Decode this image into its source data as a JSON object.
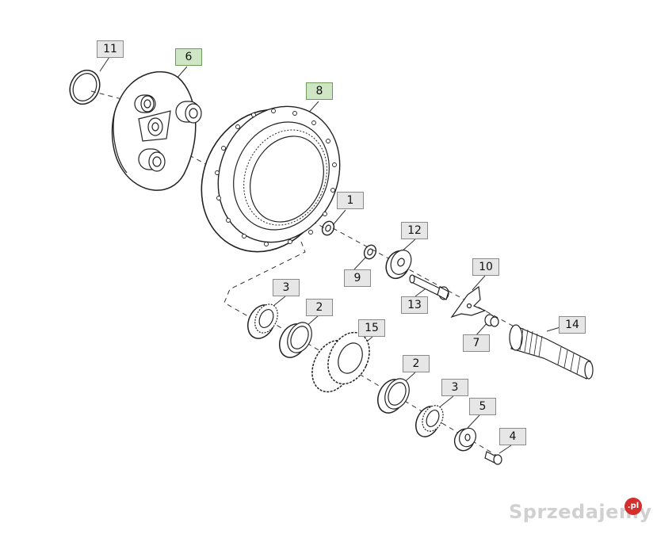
{
  "callouts": {
    "p1": "1",
    "p2a": "2",
    "p2b": "2",
    "p3a": "3",
    "p3b": "3",
    "p4": "4",
    "p5": "5",
    "p6": "6",
    "p7": "7",
    "p8": "8",
    "p9": "9",
    "p10": "10",
    "p11": "11",
    "p12": "12",
    "p13": "13",
    "p14": "14",
    "p15": "15"
  },
  "highlighted": [
    "6",
    "8"
  ],
  "colors": {
    "highlight": "#cfe6c4",
    "callout": "#e6e6e6",
    "line": "#222222"
  },
  "watermark": {
    "text": "Sprzedajemy",
    "badge": ".pl"
  }
}
